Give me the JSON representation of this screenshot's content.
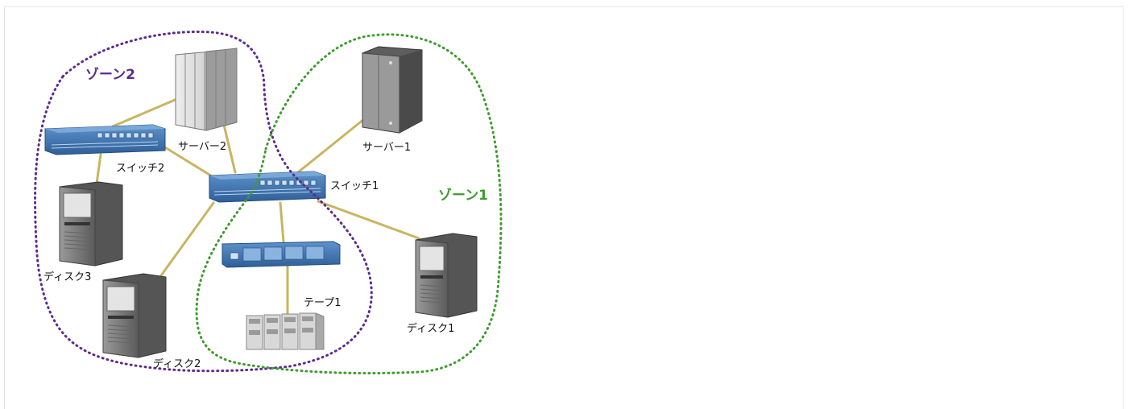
{
  "zones": {
    "zone1": {
      "label": "ゾーン1",
      "color": "#3f9b2f"
    },
    "zone2": {
      "label": "ゾーン2",
      "color": "#5b2b8f"
    }
  },
  "nodes": {
    "server1": {
      "label": "サーバー1"
    },
    "server2": {
      "label": "サーバー2"
    },
    "switch1": {
      "label": "スイッチ1"
    },
    "switch2": {
      "label": "スイッチ2"
    },
    "disk1": {
      "label": "ディスク1"
    },
    "disk2": {
      "label": "ディスク2"
    },
    "disk3": {
      "label": "ディスク3"
    },
    "tape1": {
      "label": "テープ1"
    }
  },
  "colors": {
    "cable": "#c9b561",
    "switch_blue": "#3f78b5",
    "server_gray": "#6d6d6d",
    "tape_gray": "#cfcfcf"
  }
}
